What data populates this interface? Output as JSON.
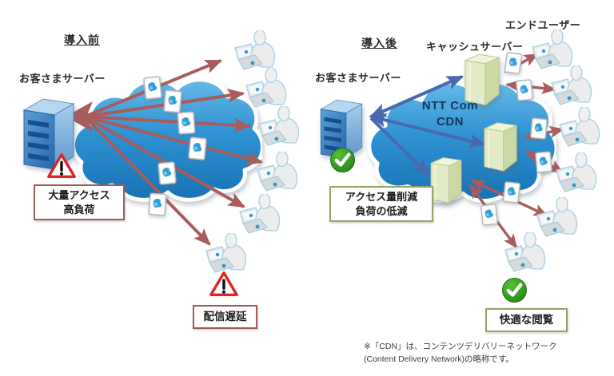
{
  "left_panel": {
    "title": "導入前",
    "server_label": "お客さまサーバー",
    "problem_box1": {
      "line1": "大量アクセス",
      "line2": "高負荷"
    },
    "problem_box2": {
      "label": "配信遅延"
    }
  },
  "right_panel": {
    "title": "導入後",
    "server_label": "お客さまサーバー",
    "cache_server_label": "キャッシュサーバー",
    "end_user_label": "エンドユーザー",
    "cloud_label": {
      "line1": "NTT Com",
      "line2": "CDN"
    },
    "benefit_box1": {
      "line1": "アクセス量削減",
      "line2": "負荷の低減"
    },
    "benefit_box2": {
      "label": "快適な閲覧"
    }
  },
  "footnote": {
    "line1": "※「CDN」は、コンテンツデリバリーネットワーク",
    "line2": "(Content Delivery Network)の略称です。"
  },
  "icons": {
    "warning_icon": "⚠",
    "check_icon": "✔",
    "cloud_icon": "☁",
    "origin_server_icon": "server-tower",
    "cache_server_icon": "cache-server-tower",
    "end_user_icon": "person-with-laptop",
    "content_file_icon": "content-file"
  },
  "colors": {
    "arrow_red": "#a85c5c",
    "arrow_blue": "#4a68b0",
    "cloud_blue": "#2e92d2",
    "origin_server_blue": "#3f86c6",
    "cache_server_green": "#dfe9c4",
    "warning_red": "#e02424",
    "check_green": "#2f9420",
    "problem_border": "#9e5a5a",
    "benefit_border": "#93a468"
  }
}
